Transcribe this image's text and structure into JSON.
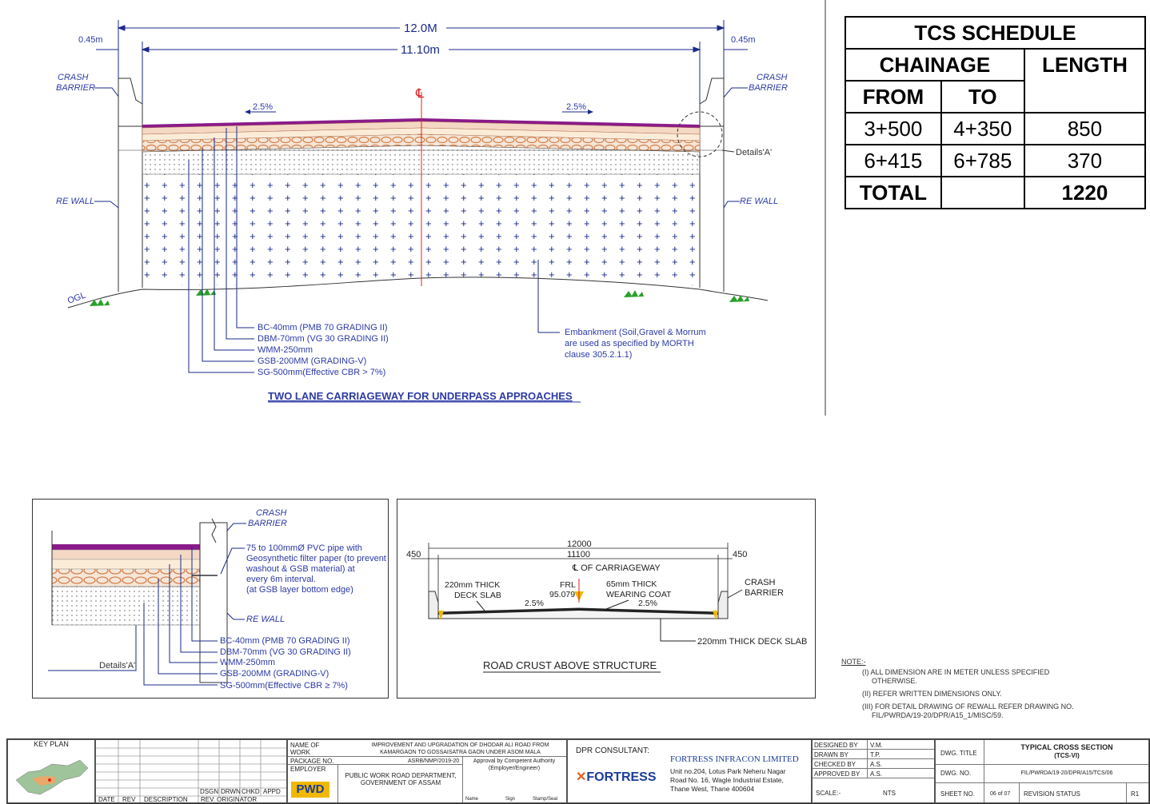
{
  "main_section": {
    "dim_total": "12.0M",
    "dim_carriageway": "11.10m",
    "dim_left_edge": "0.45m",
    "dim_right_edge": "0.45m",
    "crash_barrier_left": [
      "CRASH",
      "BARRIER"
    ],
    "crash_barrier_right": [
      "CRASH",
      "BARRIER"
    ],
    "slope_left": "2.5%",
    "slope_right": "2.5%",
    "centerline": "℄",
    "re_wall_left": "RE WALL",
    "re_wall_right": "RE WALL",
    "details_a": "Details'A'",
    "ogl": "OGL",
    "layers": [
      "BC-40mm (PMB 70 GRADING II)",
      "DBM-70mm (VG 30 GRADING II)",
      "WMM-250mm",
      "GSB-200MM (GRADING-V)",
      "SG-500mm(Effective CBR > 7%)"
    ],
    "embankment_note": [
      "Embankment (Soil,Gravel & Morrum",
      "are used as specified by MORTH",
      "clause 305.2.1.1)"
    ],
    "title": "TWO LANE CARRIAGEWAY FOR UNDERPASS APPROACHES"
  },
  "tcs_schedule": {
    "title": "TCS SCHEDULE",
    "chainage": "CHAINAGE",
    "length": "LENGTH",
    "from": "FROM",
    "to": "TO",
    "rows": [
      {
        "from": "3+500",
        "to": "4+350",
        "length": "850"
      },
      {
        "from": "6+415",
        "to": "6+785",
        "length": "370"
      }
    ],
    "total_label": "TOTAL",
    "total_value": "1220"
  },
  "detail_a": {
    "crash_barrier": [
      "CRASH",
      "BARRIER"
    ],
    "pipe_note": [
      "75 to 100mmØ PVC pipe with",
      "Geosynthetic filter paper (to prevent",
      "washout & GSB material) at",
      "every 6m interval.",
      "(at GSB layer bottom edge)"
    ],
    "re_wall": "RE WALL",
    "layers": [
      "BC-40mm (PMB 70 GRADING II)",
      "DBM-70mm (VG 30 GRADING II)",
      "WMM-250mm",
      "GSB-200MM (GRADING-V)",
      "SG-500mm(Effective CBR ≥ 7%)"
    ],
    "label": "Details'A'"
  },
  "road_crust": {
    "dim_total": "12000",
    "dim_inner": "11100",
    "dim_left": "450",
    "dim_right": "450",
    "cl": "℄ OF CARRIAGEWAY",
    "deck_slab_a": [
      "220mm THICK",
      "DECK SLAB"
    ],
    "frl": [
      "FRL",
      "95.079"
    ],
    "wearing_coat": [
      "65mm THICK",
      "WEARING COAT"
    ],
    "slope_left": "2.5%",
    "slope_right": "2.5%",
    "crash_barrier": [
      "CRASH",
      "BARRIER"
    ],
    "deck_slab_b": "220mm THICK DECK SLAB",
    "title": "ROAD CRUST ABOVE STRUCTURE"
  },
  "notes": {
    "heading": "NOTE:-",
    "items": [
      "(I) ALL DIMENSION ARE IN METER UNLESS SPECIFIED",
      "OTHERWISE.",
      "(II) REFER WRITTEN DIMENSIONS ONLY.",
      "(III) FOR DETAIL DRAWING OF REWALL REFER DRAWING NO.",
      "FIL/PWRDA/19-20/DPR/A15_1/MISC/59."
    ]
  },
  "title_block": {
    "key_plan": "KEY PLAN",
    "rev_headers": [
      "DATE",
      "REV",
      "DESCRIPTION",
      "REV. ORIGINATOR"
    ],
    "sign_headers": [
      "DSGN",
      "DRWN",
      "CHKD",
      "APPD"
    ],
    "name_of_work_label": "NAME OF WORK",
    "name_of_work": "IMPROVEMENT AND UPGRADATION OF DHODAR ALI ROAD FROM KAMARGAON TO GOSSAISATRA GAON UNDER ASOM MALA",
    "package_label": "PACKAGE NO.",
    "package": "ASRB/NMP/2019-20",
    "employer_label": "EMPLOYER",
    "pwd": "PWD",
    "department": "PUBLIC WORK ROAD DEPARTMENT, GOVERNMENT OF ASSAM",
    "approval": "Approval by Competent Authority (Employer/Engineer)",
    "approval_fields": [
      "Name",
      "Sign",
      "Stamp/Seal"
    ],
    "dpr_consultant": "DPR CONSULTANT:",
    "fortress_logo": "FORTRESS",
    "company": "FORTRESS INFRACON LIMITED",
    "address": [
      "Unit no.204, Lotus Park Neheru Nagar",
      "Road No. 16, Wagle Industrial Estate,",
      "Thane West, Thane 400604"
    ],
    "designed_by": "DESIGNED BY",
    "designed_val": "V.M.",
    "drawn_by": "DRAWN BY",
    "drawn_val": "T.P.",
    "checked_by": "CHECKED BY",
    "checked_val": "A.S.",
    "approved_by": "APPROVED BY",
    "approved_val": "A.S.",
    "scale_label": "SCALE:-",
    "scale_val": "NTS",
    "dwg_title_label": "DWG. TITLE",
    "dwg_title": "TYPICAL CROSS SECTION",
    "dwg_title_sub": "(TCS-VI)",
    "dwg_no_label": "DWG. NO.",
    "dwg_no": "FIL/PWRDA/19-20/DPR/A15/TCS/06",
    "sheet_no_label": "SHEET NO.",
    "sheet_no": "06 of 07",
    "rev_status_label": "REVISION STATUS",
    "rev_status": "R1"
  },
  "colors": {
    "ink": "#1a2a8a",
    "red": "#e02020",
    "purple": "#8a1a8a",
    "orange": "#d2804a",
    "green": "#2aa02a"
  }
}
